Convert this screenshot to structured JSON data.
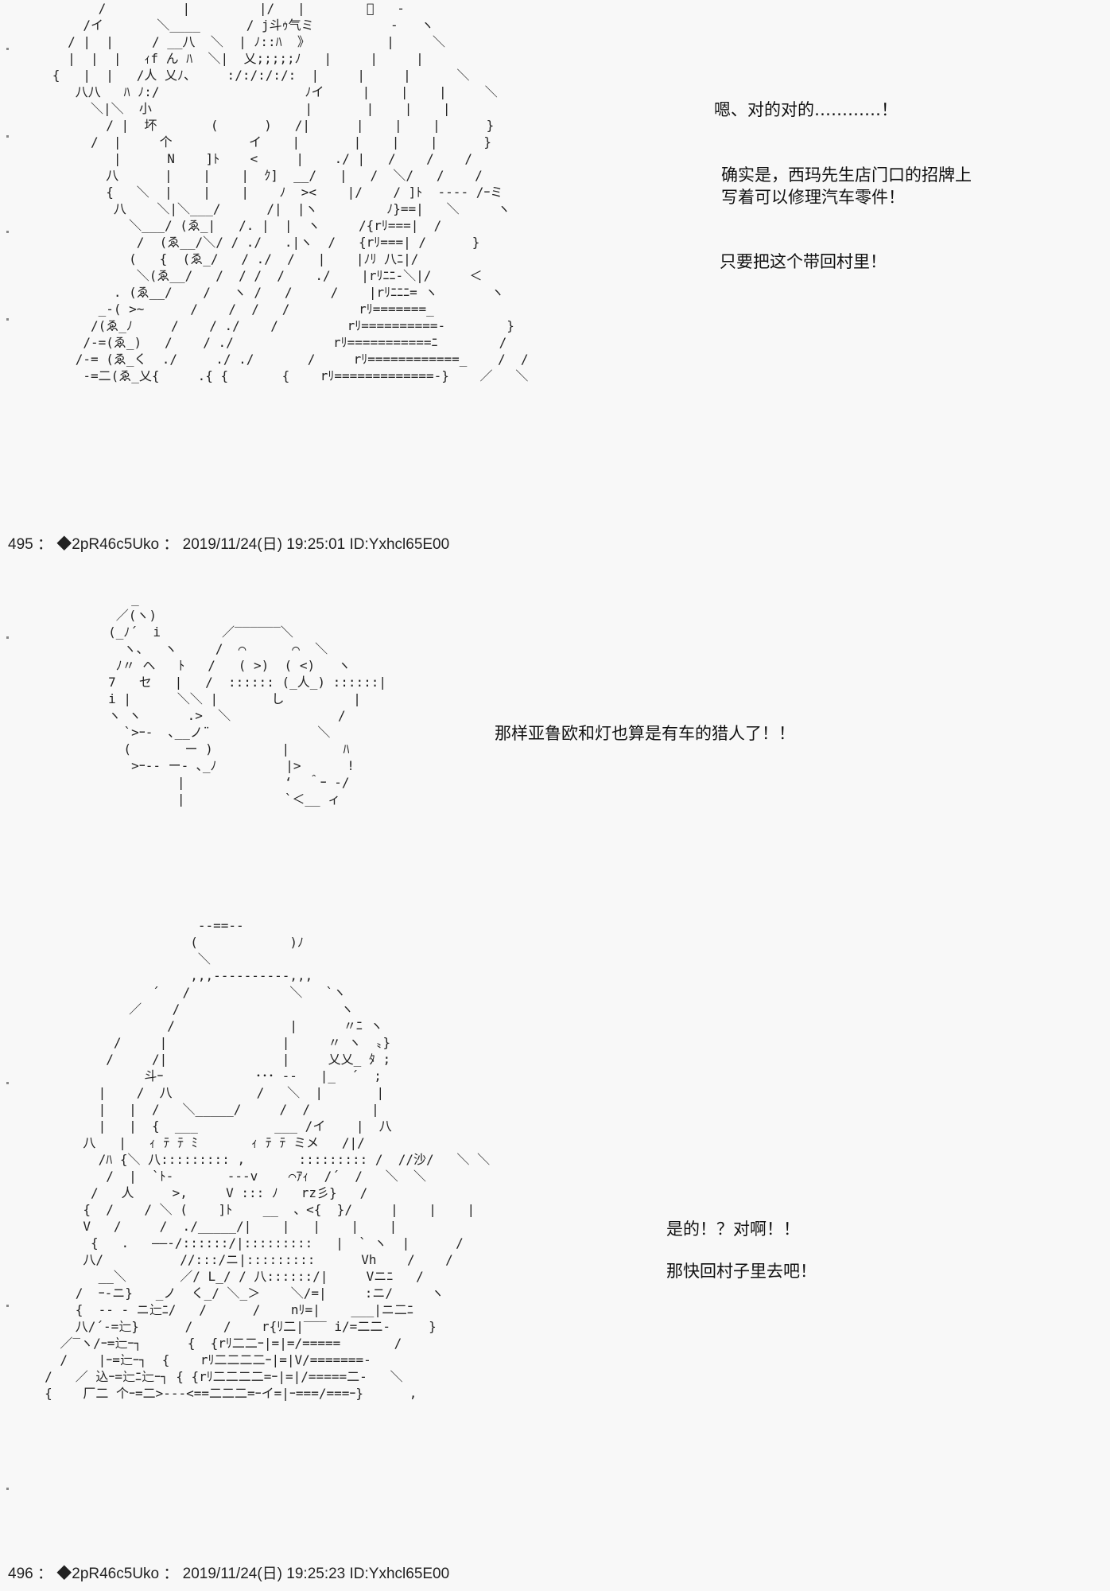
{
  "posts": [
    {
      "header": "495 ： ◆2pR46c5Uko ： 2019/11/24(日) 19:25:01 ID:Yxhcl65E00"
    },
    {
      "header": "496 ： ◆2pR46c5Uko ： 2019/11/24(日) 19:25:23 ID:Yxhcl65E00"
    }
  ],
  "dialogue": {
    "panel1_line1": "嗯、对的对的…………！",
    "panel1_line2": "确实是，西玛先生店门口的招牌上",
    "panel1_line3": "写着可以修理汽车零件！",
    "panel1_line4": "只要把这个带回村里！",
    "panel2_line1": "那样亚鲁欧和灯也算是有车的猎人了！！",
    "panel3_line1": "是的！？对啊！！",
    "panel3_line2": "那快回村子里去吧！"
  },
  "art": {
    "art1": "            /          |         |/   |        ﾞ   -\n          /イ       ＼____      / j斗ｩ气ミ          -   ヽ\n        / |  |     / __八  ＼  | ﾉ::ﾊ  》          |     ＼\n        |  |  |   ｨf ん ﾊ  ＼|  乂;;;;;ﾉ   |     |     |\n      {   |  |   /人 乂ﾉ、    :/:/:/:/:  |     |     |      ＼\n         八八   ﾊ ﾉ:/                   ﾉイ     |    |    |     ＼\n           ＼|＼  小                    |       |    |    |\n             / |  坏       (      )   /|      |    |    |      }\n           /  |     个          イ    |       |    |    |      }\n              |      N    ]ﾄ    <     |    ./ |   /    /    /\n             八      |    |    |  ｸ]  __/   |   /  ＼/   /    /\n             {   ＼  |    |    |    ﾉ  ><    |/    / ]ﾄ  ---- /ｰミ\n              八    ＼|＼___/      /|  |ヽ         ﾉ}==|   ＼     ヽ\n                ＼___/ (ゑ_|   /. |  |  ヽ     /{rﾘ===|  /\n                 /  (ゑ__/＼/ / ./   .|ヽ  /   {rﾘ===| /      }\n                (   {  (ゑ_/   / ./  /   |    |ﾉﾘ 八ﾆ|/\n                 ＼(ゑ__/   /  / /  /    ./    |rﾘﾆﾆ-＼|/     ＜\n              . (ゑ__/    /   ヽ /   /     /    |rﾘﾆﾆﾆ= ヽ       ヽ\n            _-( >~      /    /  /   /         rﾘ=======_\n           /(ゑ_ﾉ     /    / ./    /         rﾘ==========-        }\n          /-=(ゑ_)   /    / ./             rﾘ===========ﾆ        /\n         /-= (ゑ_く  ./     ./ ./       /     rﾘ============_    /  /\n          -=二(ゑ_乂{     .{ {       {    rﾘ=============-}    ／   ＼",
    "art2": "        _\n      ／(ヽ)\n     (_ﾉ´  i        ／‾‾‾‾‾‾＼\n       ヽ、  ヽ     /  ⌒      ⌒  ＼\n      ﾉ〃 ヘ   ﾄ   /   ( >)  ( <)   ヽ\n     7   セ   |   /  :::::: (_人_) ::::::|\n     i |      ＼＼ |       し         |\n     ヽ ヽ      .>  ＼              /\n       `>ｰ-  ､__ノ¨              ＼\n       (       ー )         |       ﾊ\n        >ｰ-- ー- ､_ﾉ         |>      !\n              |             ‘  ＾ｰ ‐/\n              |             `＜__ ィ",
    "art3": "                         --==--\n                        (            )ﾉ\n                         ＼\n                        ,,,--‐‐‐‐‐‐--,,,\n                   ´   /             ＼   `ヽ\n                ／    /                     ヽ\n                     /               |      〃ﾆ ヽ\n              /     |               |     〃 ヽ  〟}\n             /     /|               |     乂乂_ ﾀ ;\n                  斗ｰ            ･･･ ‐‐   |_  ´  ;\n            |    /  八           /   ＼  |       |\n            |   |  /   ＼_____/     /  /        |\n            |   |  {  ___          ___ /イ    |  八\n          八   |   ｨ ﾃ ﾃ ﾐ       ｨ ﾃ ﾃ ミメ   /|/\n            /ﾊ {＼ 八::::::::: ,       ::::::::: /  //沙/   ＼ ＼\n             /  |  `ﾄ-       ---v    ⌒ｱｨ  /´  /   ＼  ＼\n           /   人     >,     V ::: ﾉ   rz彡}   /\n          {  /    / ＼ (    ]ﾄ    __  、<{  }/     |    |    |\n          V   /     /  ./_____/|    |   |    |    |\n           {   .   ――-/::::::/|:::::::::   |  ` ヽ  |      /\n          八/          //:::/ニ|:::::::::      Vh    /    /\n            __＼       ／/ L_/ / 八::::::/|     Vニﾆ   /\n         /  ｰ-ニ}   _ノ  く_/ ＼_＞    ＼/=|     :ニ/     ヽ\n         {  -- - ニ辷ﾆ/   /      /    nﾘ=|    ___|ニ二ﾆ\n         八/´-=辷}      /    /    r{ﾘ二|‾‾‾ i/=二二-     }\n       ／‾ヽ/ｰ=辷ｰ┐      {  {rﾘ二二ｰ|=|=/=====       /\n       /    |ｰ=辷ｰ┐  {    rﾘ二二二二ｰ|=|V/=======-\n     /   ／ 込ｰ=辷ﾆ辷ｰ┐ { {rﾘ二二二二=ｰ|=|/=====二-   ＼\n     {    厂二 个ｰ=二>---<==二二二=ｰイ=|ｰ===/===ｰ}      ,"
  }
}
